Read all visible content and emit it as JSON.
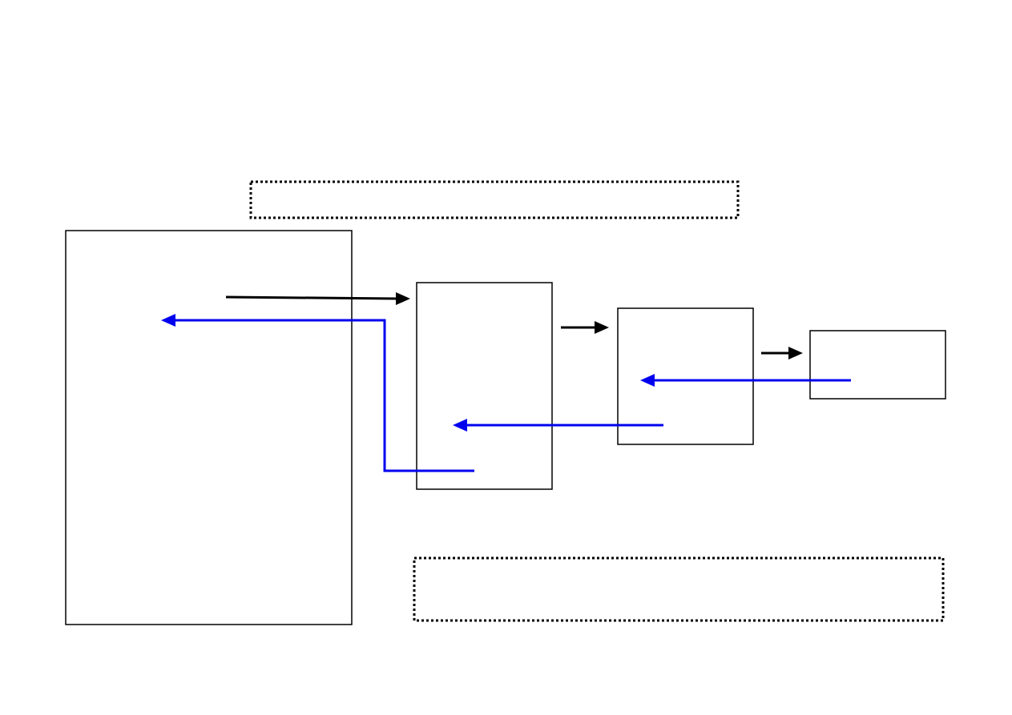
{
  "diagram": {
    "colors": {
      "background": "#ffffff",
      "outline": "#000000",
      "forward_arrow": "#000000",
      "return_arrow": "#0000ee"
    },
    "boxes": [
      {
        "id": "box-large-left",
        "style": "solid"
      },
      {
        "id": "box-middle",
        "style": "solid"
      },
      {
        "id": "box-center-right",
        "style": "solid"
      },
      {
        "id": "box-far-right",
        "style": "solid"
      },
      {
        "id": "dashed-box-top",
        "style": "dotted"
      },
      {
        "id": "dashed-box-bottom",
        "style": "dotted"
      }
    ],
    "arrows": [
      {
        "id": "arrow-left-to-middle",
        "color": "forward_arrow",
        "direction": "right"
      },
      {
        "id": "arrow-middle-to-center-right",
        "color": "forward_arrow",
        "direction": "right"
      },
      {
        "id": "arrow-center-right-to-far-right",
        "color": "forward_arrow",
        "direction": "right"
      },
      {
        "id": "return-arrow-far-right-to-center-right",
        "color": "return_arrow",
        "direction": "left"
      },
      {
        "id": "return-arrow-center-right-to-middle",
        "color": "return_arrow",
        "direction": "left"
      },
      {
        "id": "return-arrow-middle-to-left",
        "color": "return_arrow",
        "direction": "left"
      }
    ]
  }
}
